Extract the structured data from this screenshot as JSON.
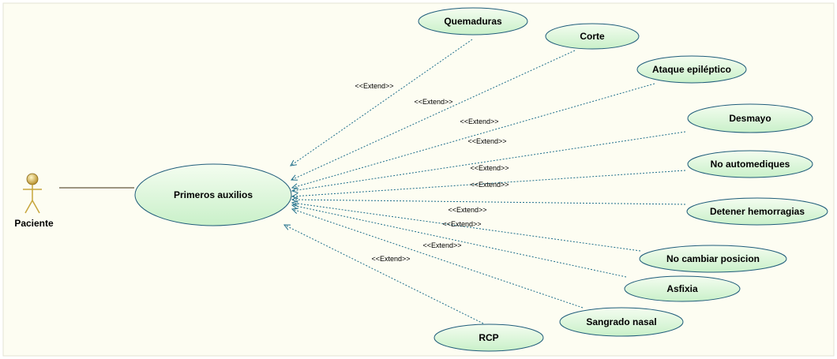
{
  "diagram": {
    "background": "#fdfdf2",
    "node_fill_top": "#f4fdf0",
    "node_fill_bottom": "#c9f0c9",
    "node_stroke": "#1f5c7a",
    "edge_color": "#1f6f8b",
    "actor": {
      "label": "Paciente",
      "color": "#c7a63c"
    },
    "base_use_case": {
      "label": "Primeros auxilios"
    },
    "extend_label": "<<Extend>>",
    "use_cases": [
      {
        "label": "Quemaduras"
      },
      {
        "label": "Corte"
      },
      {
        "label": "Ataque epiléptico"
      },
      {
        "label": "Desmayo"
      },
      {
        "label": "No automediques"
      },
      {
        "label": "Detener hemorragias"
      },
      {
        "label": "No cambiar posicion"
      },
      {
        "label": "Asfixia"
      },
      {
        "label": "Sangrado nasal"
      },
      {
        "label": "RCP"
      }
    ]
  }
}
